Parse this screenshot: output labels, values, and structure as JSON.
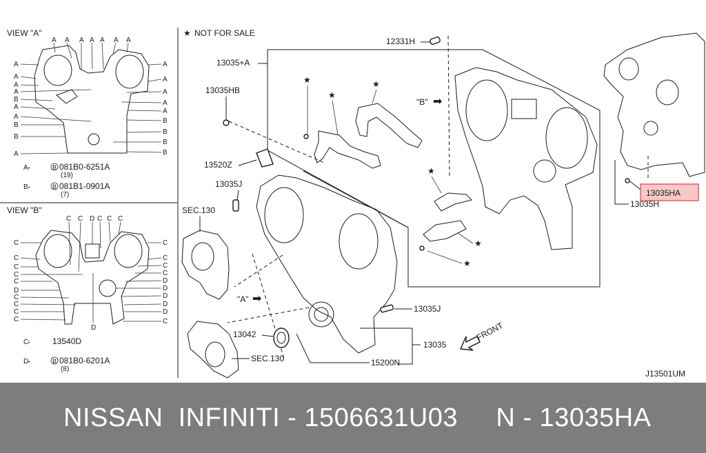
{
  "diagram": {
    "view_a": {
      "title": "VIEW \"A\"",
      "note_a_code": "081B0-6251A",
      "note_a_qty": "(19)",
      "note_b_code": "081B1-0901A",
      "note_b_qty": "(7)"
    },
    "view_b": {
      "title": "VIEW \"B\"",
      "note_c_part": "13540D",
      "note_d_code": "081B0-6201A",
      "note_d_qty": "(8)"
    },
    "not_for_sale": "NOT FOR SALE",
    "parts": {
      "p12331H": "12331H",
      "p13035A": "13035+A",
      "p13035HB": "13035HB",
      "p13520Z": "13520Z",
      "p13035J_top": "13035J",
      "sec130_top": "SEC.130",
      "p13035J_right": "13035J",
      "p13042": "13042",
      "p13035": "13035",
      "sec130_bottom": "SEC.130",
      "p15200N": "15200N",
      "p13035H": "13035H",
      "p13035HA": "13035HA"
    },
    "view_a_marker": "\"A\"",
    "view_b_marker": "\"B\"",
    "front_label": "FRONT",
    "diagram_code": "J13501UM",
    "highlight_color": "#ff0000"
  },
  "footer": {
    "text": "NISSAN  INFINITI - 1506631U03     N - 13035HA"
  }
}
